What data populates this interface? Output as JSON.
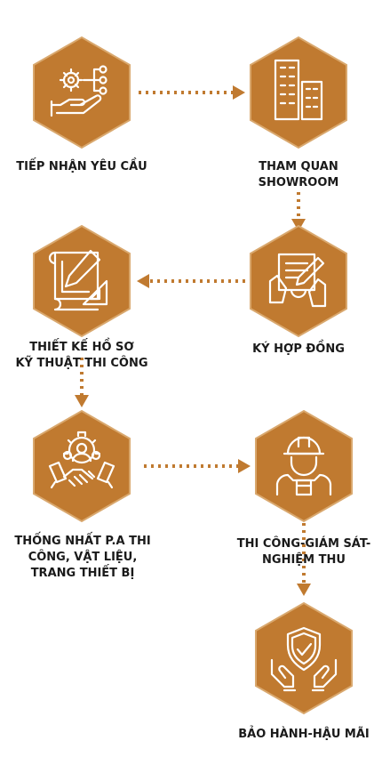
{
  "steps": [
    {
      "id": "step-1",
      "line1": "TIẾP NHẬN YÊU CẦU",
      "line2": "",
      "line3": "",
      "icon": "settings-hand-icon"
    },
    {
      "id": "step-2",
      "line1": "THAM QUAN",
      "line2": "SHOWROOM",
      "line3": "",
      "icon": "buildings-icon"
    },
    {
      "id": "step-3",
      "line1": "KÝ HỢP ĐỒNG",
      "line2": "",
      "line3": "",
      "icon": "contract-sign-icon"
    },
    {
      "id": "step-4",
      "line1": "THIẾT KẾ HỒ SƠ",
      "line2": "KỸ THUẬT THI CÔNG",
      "line3": "",
      "icon": "blueprint-design-icon"
    },
    {
      "id": "step-5",
      "line1": "THỐNG NHẤT P.A THI",
      "line2": "CÔNG, VẬT LIỆU,",
      "line3": "TRANG THIẾT BỊ",
      "icon": "team-handshake-icon"
    },
    {
      "id": "step-6",
      "line1": "THI CÔNG-GIÁM SÁT-",
      "line2": "NGHIỆM THU",
      "line3": "",
      "icon": "engineer-icon"
    },
    {
      "id": "step-7",
      "line1": "BẢO HÀNH-HẬU MÃI",
      "line2": "",
      "line3": "",
      "icon": "shield-hands-icon"
    }
  ],
  "colors": {
    "hexagon": "#c07a30",
    "hexagon_border": "#d9a86e",
    "text": "#1a1a1a",
    "connector": "#c07a30"
  }
}
